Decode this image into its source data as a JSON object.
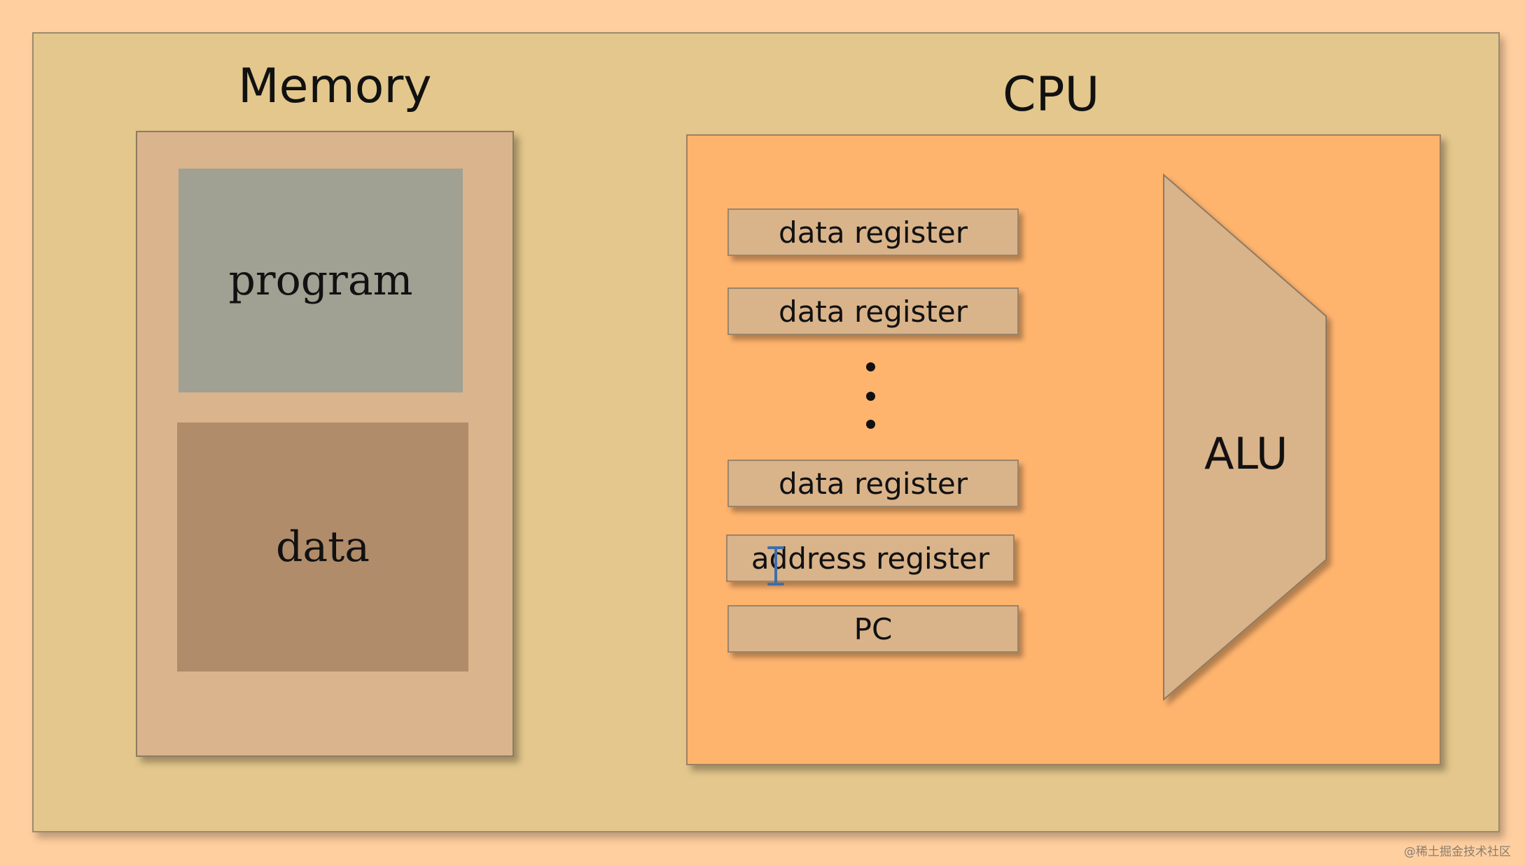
{
  "memory": {
    "title": "Memory",
    "program_label": "program",
    "data_label": "data"
  },
  "cpu": {
    "title": "CPU",
    "registers": [
      "data register",
      "data register",
      "data register",
      "address register",
      "PC"
    ],
    "alu_label": "ALU"
  },
  "colors": {
    "background": "#FFCFA0",
    "frame": "#E3C78C",
    "memory_box": "#DAB48C",
    "program_block": "#A0A093",
    "data_block": "#B08C6A",
    "cpu_box": "#FFB46E",
    "register": "#D9B38A",
    "alu": "#D9B38A"
  },
  "watermark": "@稀土掘金技术社区"
}
